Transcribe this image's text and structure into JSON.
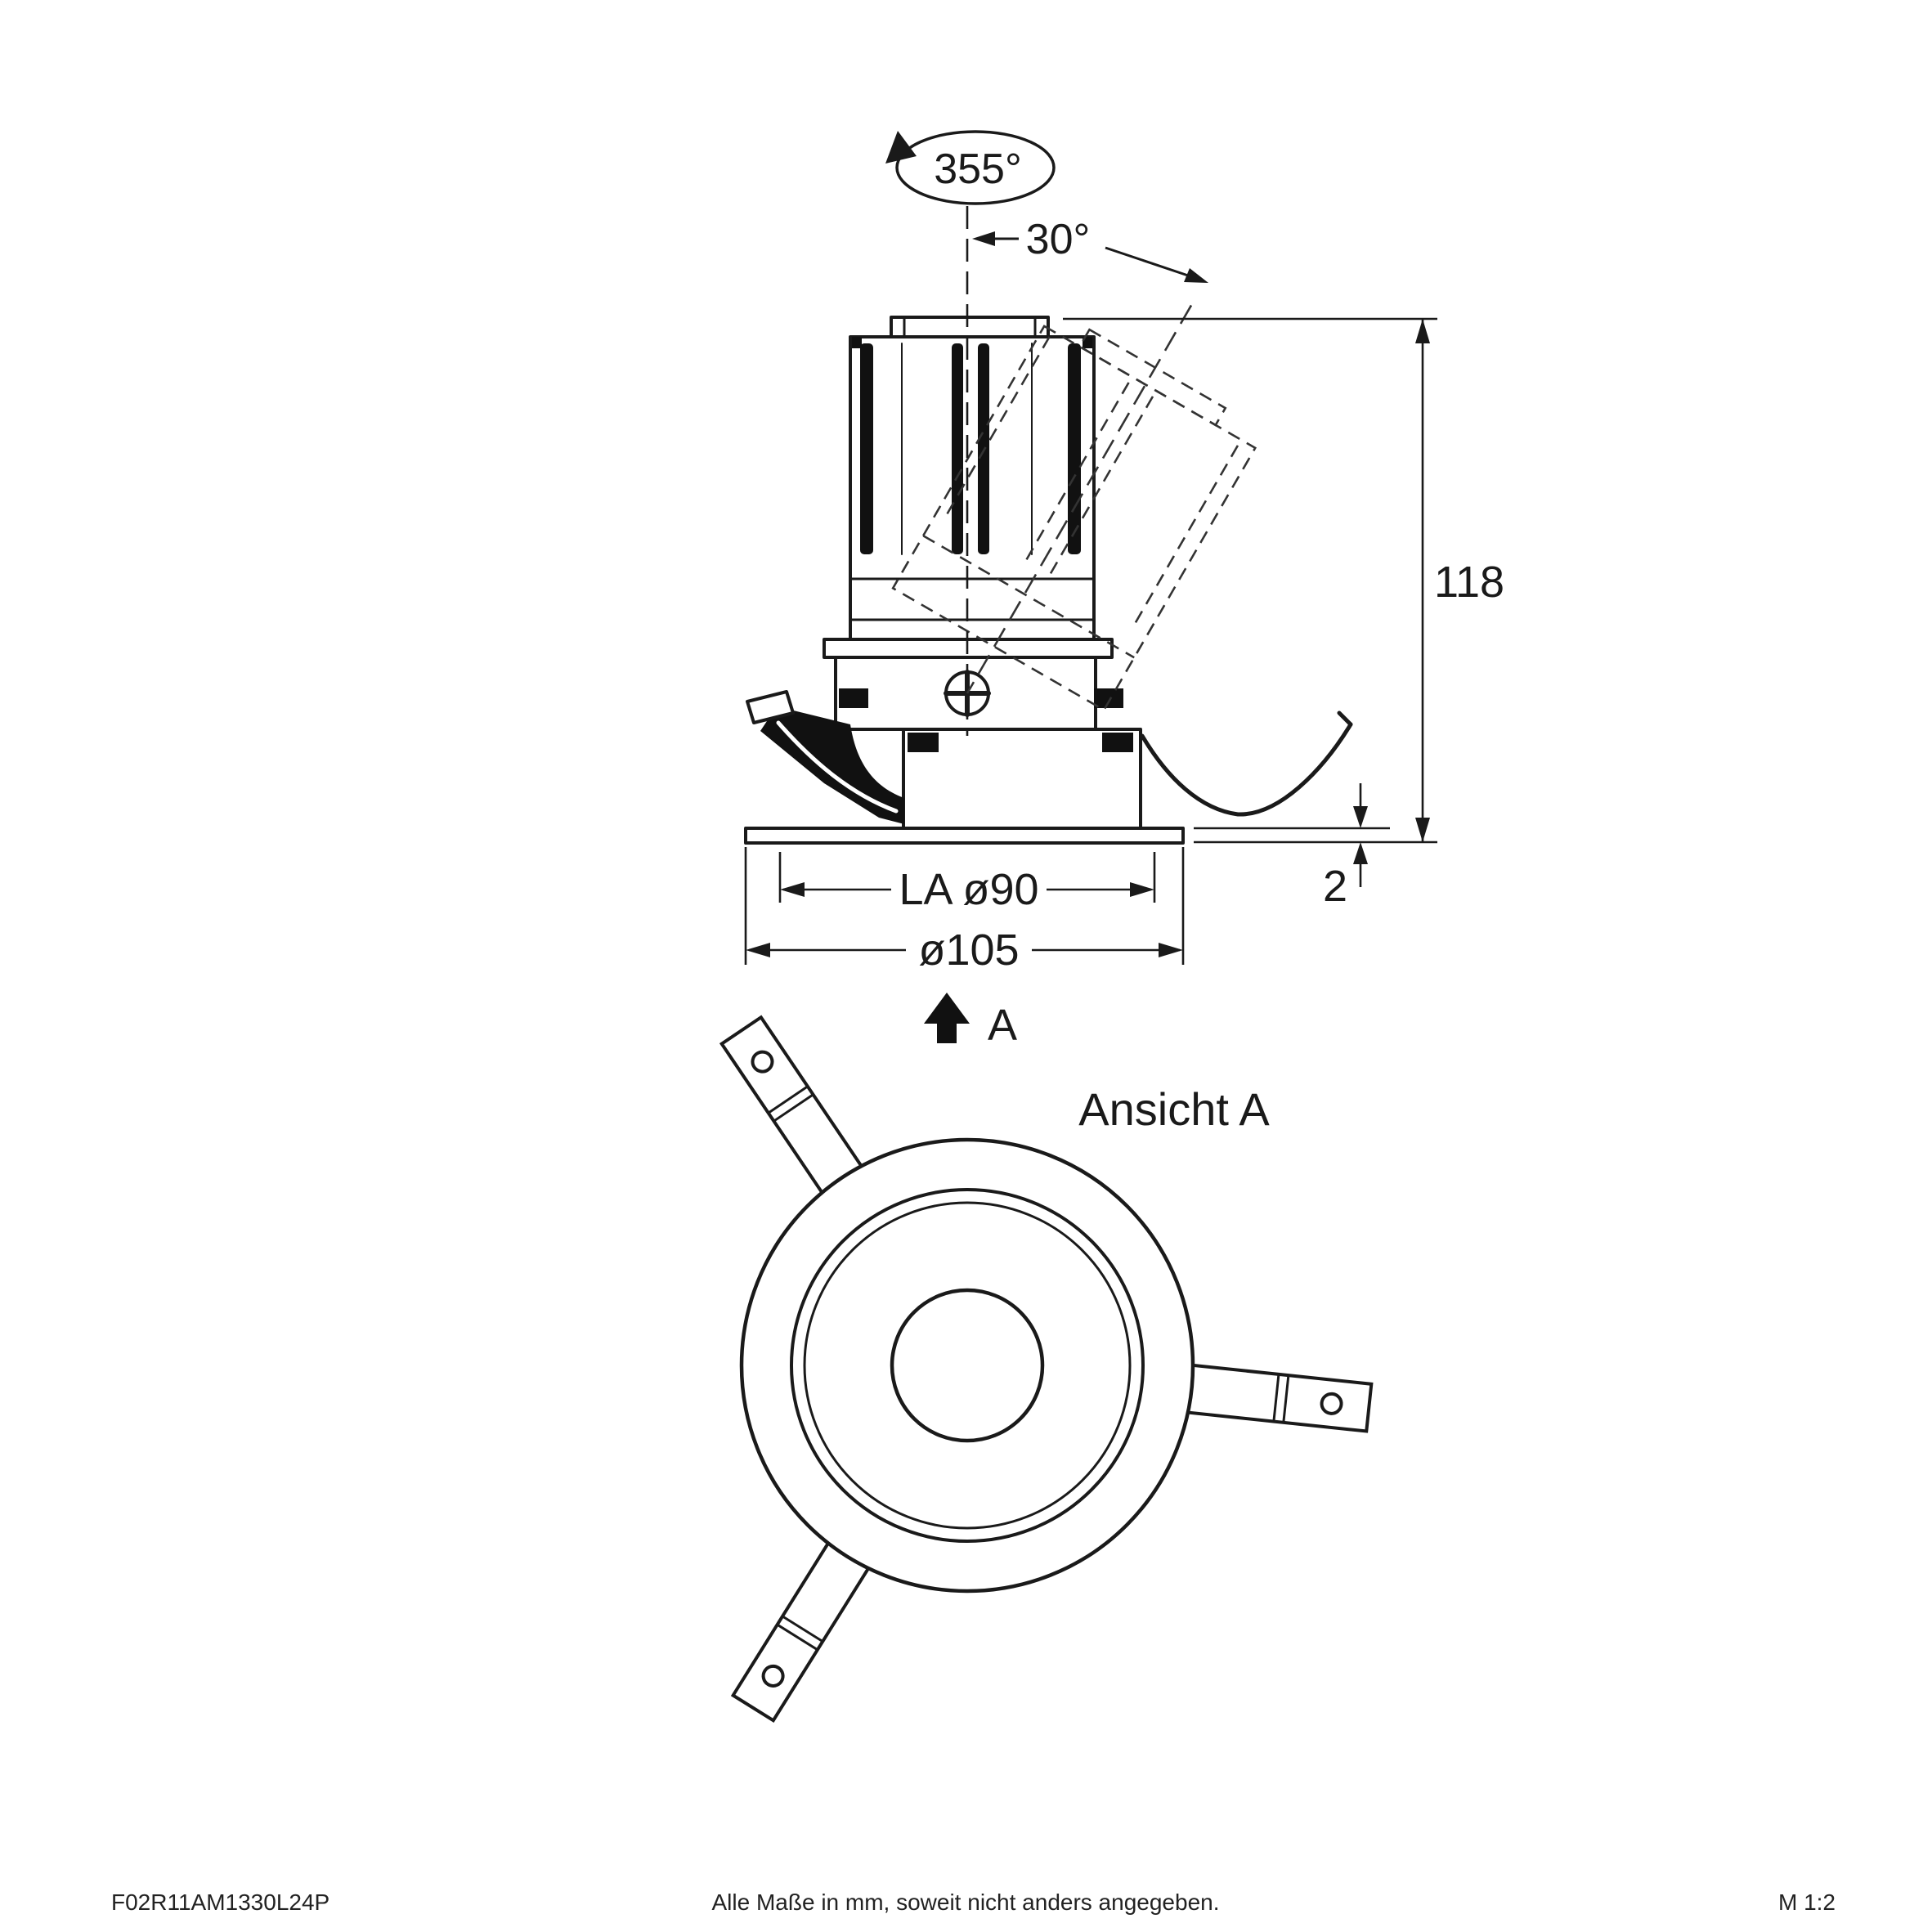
{
  "side_view": {
    "rotation_label": "355°",
    "tilt_label": "30°",
    "dim_height": "118",
    "dim_flange": "2",
    "dim_cutout": "LA ø90",
    "dim_diameter": "ø105",
    "view_marker": "A"
  },
  "bottom_view": {
    "title": "Ansicht A"
  },
  "footer": {
    "product_code": "F02R11AM1330L24P",
    "note": "Alle Maße in mm, soweit nicht anders angegeben.",
    "scale": "M 1:2"
  },
  "colors": {
    "ink": "#1a1a1a",
    "background": "#ffffff"
  }
}
